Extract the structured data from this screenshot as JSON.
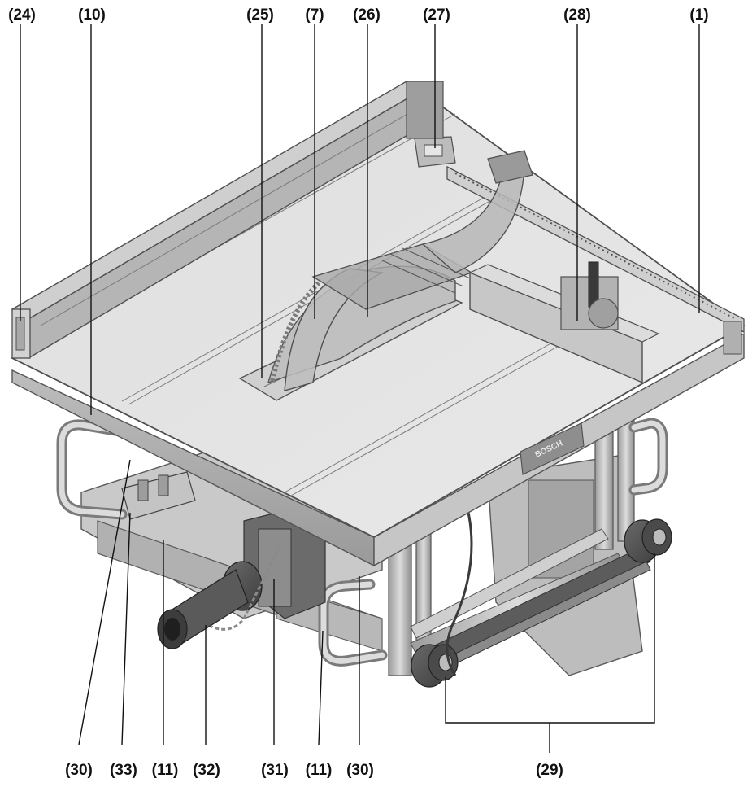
{
  "diagram": {
    "subject": "Table saw with extended sliding table, riving knife guard, rip fence, dust extraction adapter and carrying handles",
    "callouts": {
      "c24": "(24)",
      "c10": "(10)",
      "c25": "(25)",
      "c7": "(7)",
      "c26": "(26)",
      "c27": "(27)",
      "c28": "(28)",
      "c1": "(1)",
      "c30a": "(30)",
      "c33": "(33)",
      "c11a": "(11)",
      "c32": "(32)",
      "c31": "(31)",
      "c11b": "(11)",
      "c30b": "(30)",
      "c29": "(29)"
    },
    "brand_marking": "BOSCH"
  }
}
